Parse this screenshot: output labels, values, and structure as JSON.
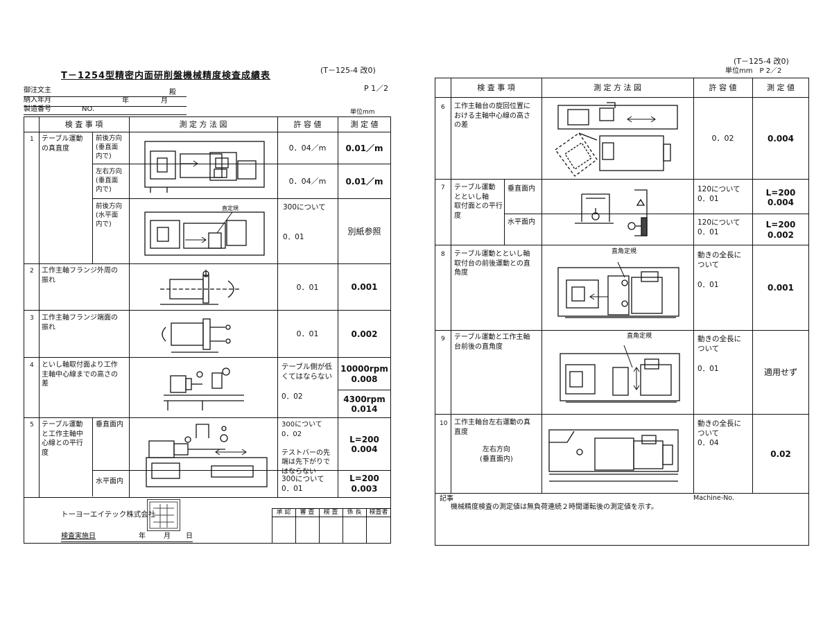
{
  "page1": {
    "doc_code": "(T－125-4 改0)",
    "title": "T－1254型精密内面研削盤機械精度検査成績表",
    "page_no": "P 1／2",
    "customer_label": "御注文主",
    "customer_suffix": "殿",
    "delivery_label": "納入年月",
    "delivery_year": "年",
    "delivery_month": "月",
    "serial_label": "製造番号",
    "serial_no": "NO.",
    "unit": "単位mm",
    "headers": {
      "item": "検 査 事 項",
      "method": "測 定 方 法 図",
      "tolerance": "許 容 値",
      "measured": "測 定 値"
    },
    "rows": [
      {
        "no": "1",
        "item": "テーブル運動\nの真直度",
        "subs": [
          {
            "label": "前後方向\n(垂直面\n内で)",
            "tolerance": "0．04／m",
            "measured": "0.01／m"
          },
          {
            "label": "左右方向\n(垂直面\n内で)",
            "tolerance": "0．04／m",
            "measured": "0.01／m"
          },
          {
            "label": "前後方向\n(水平面\n内で)",
            "tolerance": "300について\n\n\n0．01",
            "measured": "別紙参照"
          }
        ],
        "fig_label": "直定規"
      },
      {
        "no": "2",
        "item": "工作主軸フランジ外周の\n振れ",
        "tolerance": "0．01",
        "measured": "0.001"
      },
      {
        "no": "3",
        "item": "工作主軸フランジ端面の\n振れ",
        "tolerance": "0．01",
        "measured": "0.002"
      },
      {
        "no": "4",
        "item": "といし軸取付面より工作\n主軸中心線までの高さの\n差",
        "tolerance": "テーブル側が低\nくてはならない\n\n0．02",
        "measured_a": "10000rpm\n0.008",
        "measured_b": "4300rpm\n0.014"
      },
      {
        "no": "5",
        "item": "テーブル運動\nと工作主軸中\n心線との平行\n度",
        "subs": [
          {
            "label": "垂直面内",
            "tolerance": "300について\n0．02\n\nテストバーの先\n端は先下がりで\nはならない",
            "measured": "L=200\n0.004"
          },
          {
            "label": "水平面内",
            "tolerance": "300について\n0．01",
            "measured": "L=200\n0.003"
          }
        ]
      }
    ],
    "company": "トーヨーエイテック株式会社",
    "approvals": [
      "承 認",
      "審 査",
      "検 査",
      "係 長",
      "検査者"
    ],
    "inspection_date_label": "検査実施日",
    "inspection_year": "年",
    "inspection_month": "月",
    "inspection_day": "日"
  },
  "page2": {
    "doc_code": "(T－125-4 改0)",
    "unit_page": "単位mm　P 2／2",
    "headers": {
      "item": "検 査 事 項",
      "method": "測 定 方 法 図",
      "tolerance": "許 容 値",
      "measured": "測 定 値"
    },
    "rows": [
      {
        "no": "6",
        "item": "工作主軸台の旋回位置に\nおける主軸中心線の高さ\nの差",
        "tolerance": "0．02",
        "measured": "0.004"
      },
      {
        "no": "7",
        "item": "テーブル運動\nとといし軸\n取付面との平行\n度",
        "subs": [
          {
            "label": "垂直面内",
            "tolerance": "120について\n0．01",
            "measured": "L=200\n0.004"
          },
          {
            "label": "水平面内",
            "tolerance": "120について\n0．01",
            "measured": "L=200\n0.002"
          }
        ]
      },
      {
        "no": "8",
        "item": "テーブル運動とといし軸\n取付台の前後運動との直\n角度",
        "fig_label": "直角定規",
        "tolerance": "動きの全長に\nついて\n\n0．01",
        "measured": "0.001"
      },
      {
        "no": "9",
        "item": "テーブル運動と工作主軸\n台前後の直角度",
        "fig_label": "直角定規",
        "tolerance": "動きの全長に\nついて\n\n0．01",
        "measured": "適用せず"
      },
      {
        "no": "10",
        "item": "工作主軸台左右運動の真\n直度",
        "sub": "左右方向\n(垂直面内)",
        "tolerance": "動きの全長に\nついて\n0．04",
        "measured": "0.02"
      }
    ],
    "note_label": "記事",
    "note_text": "機械精度検査の測定値は無負荷連続２時間運転後の測定値を示す。",
    "machine_no": "Machine-No."
  }
}
